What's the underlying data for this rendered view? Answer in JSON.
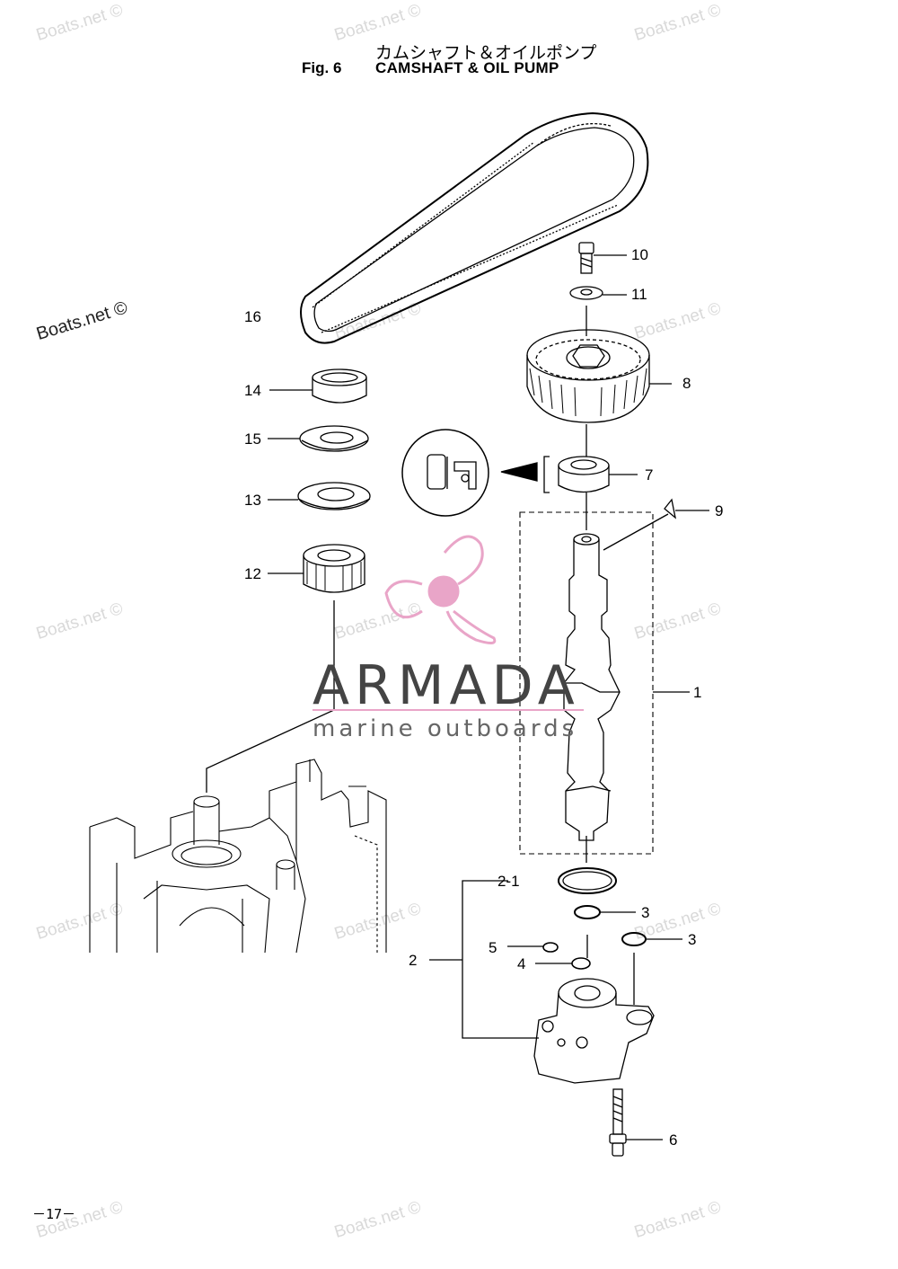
{
  "header": {
    "title_jp": "カムシャフト＆オイルポンプ",
    "fig_label": "Fig. 6",
    "fig_title": "CAMSHAFT & OIL PUMP"
  },
  "callouts": {
    "c1": "1",
    "c2": "2",
    "c2_1": "2-1",
    "c3a": "3",
    "c3b": "3",
    "c4": "4",
    "c5": "5",
    "c6": "6",
    "c7": "7",
    "c8": "8",
    "c9": "9",
    "c10": "10",
    "c11": "11",
    "c12": "12",
    "c13": "13",
    "c14": "14",
    "c15": "15",
    "c16": "16"
  },
  "page_number": "－17－",
  "watermark": {
    "text": "Boats.net ©"
  },
  "brand": {
    "name": "ARMADA",
    "tagline": "marine outboards",
    "accent_color": "#e9a5c8"
  },
  "colors": {
    "line": "#000000",
    "watermark": "#d9d9d9"
  }
}
